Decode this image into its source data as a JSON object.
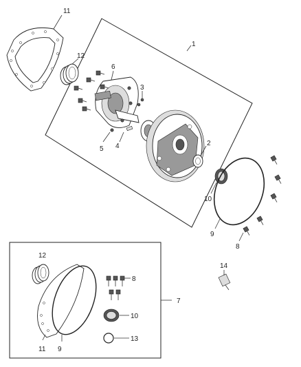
{
  "callouts": {
    "c1": "1",
    "c2": "2",
    "c3": "3",
    "c4": "4",
    "c5": "5",
    "c6": "6",
    "c8_top": "8",
    "c9_top": "9",
    "c10_top": "10",
    "c11_top": "11",
    "c12_top": "12",
    "c14": "14",
    "c7": "7",
    "c12_kit": "12",
    "c8_kit": "8",
    "c10_kit": "10",
    "c13": "13",
    "c11_kit": "11",
    "c9_kit": "9"
  }
}
